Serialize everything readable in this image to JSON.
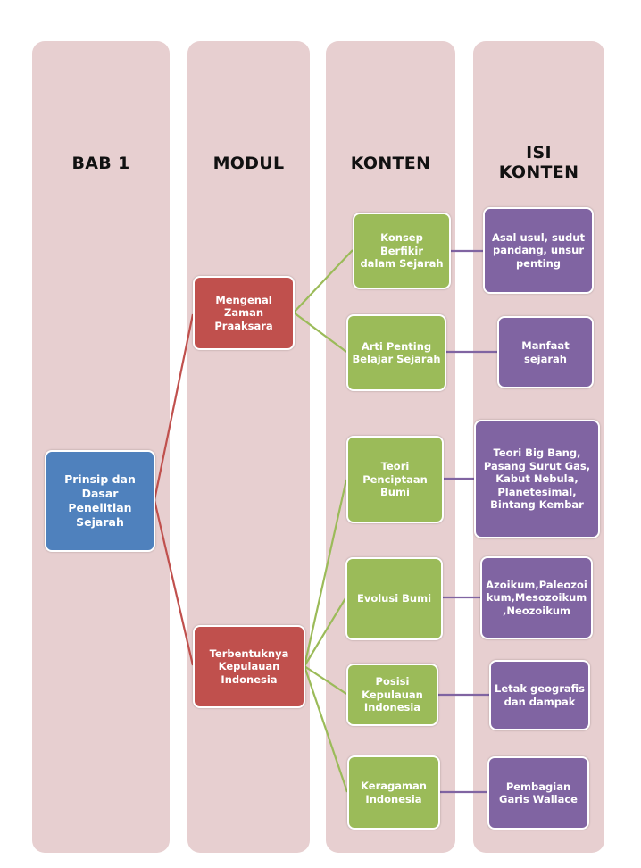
{
  "colors": {
    "column_bg": "#e7cfd0",
    "bab": "#4f81bd",
    "modul": "#c0504d",
    "konten": "#9bbb59",
    "isi_konten": "#8064a2"
  },
  "columns": [
    {
      "header": "BAB 1"
    },
    {
      "header": "MODUL"
    },
    {
      "header": "KONTEN"
    },
    {
      "header": "ISI\nKONTEN"
    }
  ],
  "bab": {
    "label": "Prinsip dan\nDasar\nPenelitian\nSejarah"
  },
  "modul": [
    {
      "label": "Mengenal\nZaman\nPraaksara"
    },
    {
      "label": "Terbentuknya\nKepulauan\nIndonesia"
    }
  ],
  "konten": [
    {
      "label": "Konsep Berfikir\ndalam Sejarah",
      "modul": 0
    },
    {
      "label": "Arti Penting\nBelajar Sejarah",
      "modul": 0
    },
    {
      "label": "Teori\nPenciptaan\nBumi",
      "modul": 1
    },
    {
      "label": "Evolusi Bumi",
      "modul": 1
    },
    {
      "label": "Posisi\nKepulauan\nIndonesia",
      "modul": 1
    },
    {
      "label": "Keragaman\nIndonesia",
      "modul": 1
    }
  ],
  "isi_konten": [
    {
      "label": "Asal usul, sudut\npandang, unsur\npenting"
    },
    {
      "label": "Manfaat\nsejarah"
    },
    {
      "label": "Teori Big Bang,\nPasang Surut Gas,\nKabut Nebula,\nPlanetesimal,\nBintang Kembar"
    },
    {
      "label": "Azoikum,Paleozoi\nkum,Mesozoikum\n,Neozoikum"
    },
    {
      "label": "Letak geografis\ndan dampak"
    },
    {
      "label": "Pembagian\nGaris Wallace"
    }
  ]
}
